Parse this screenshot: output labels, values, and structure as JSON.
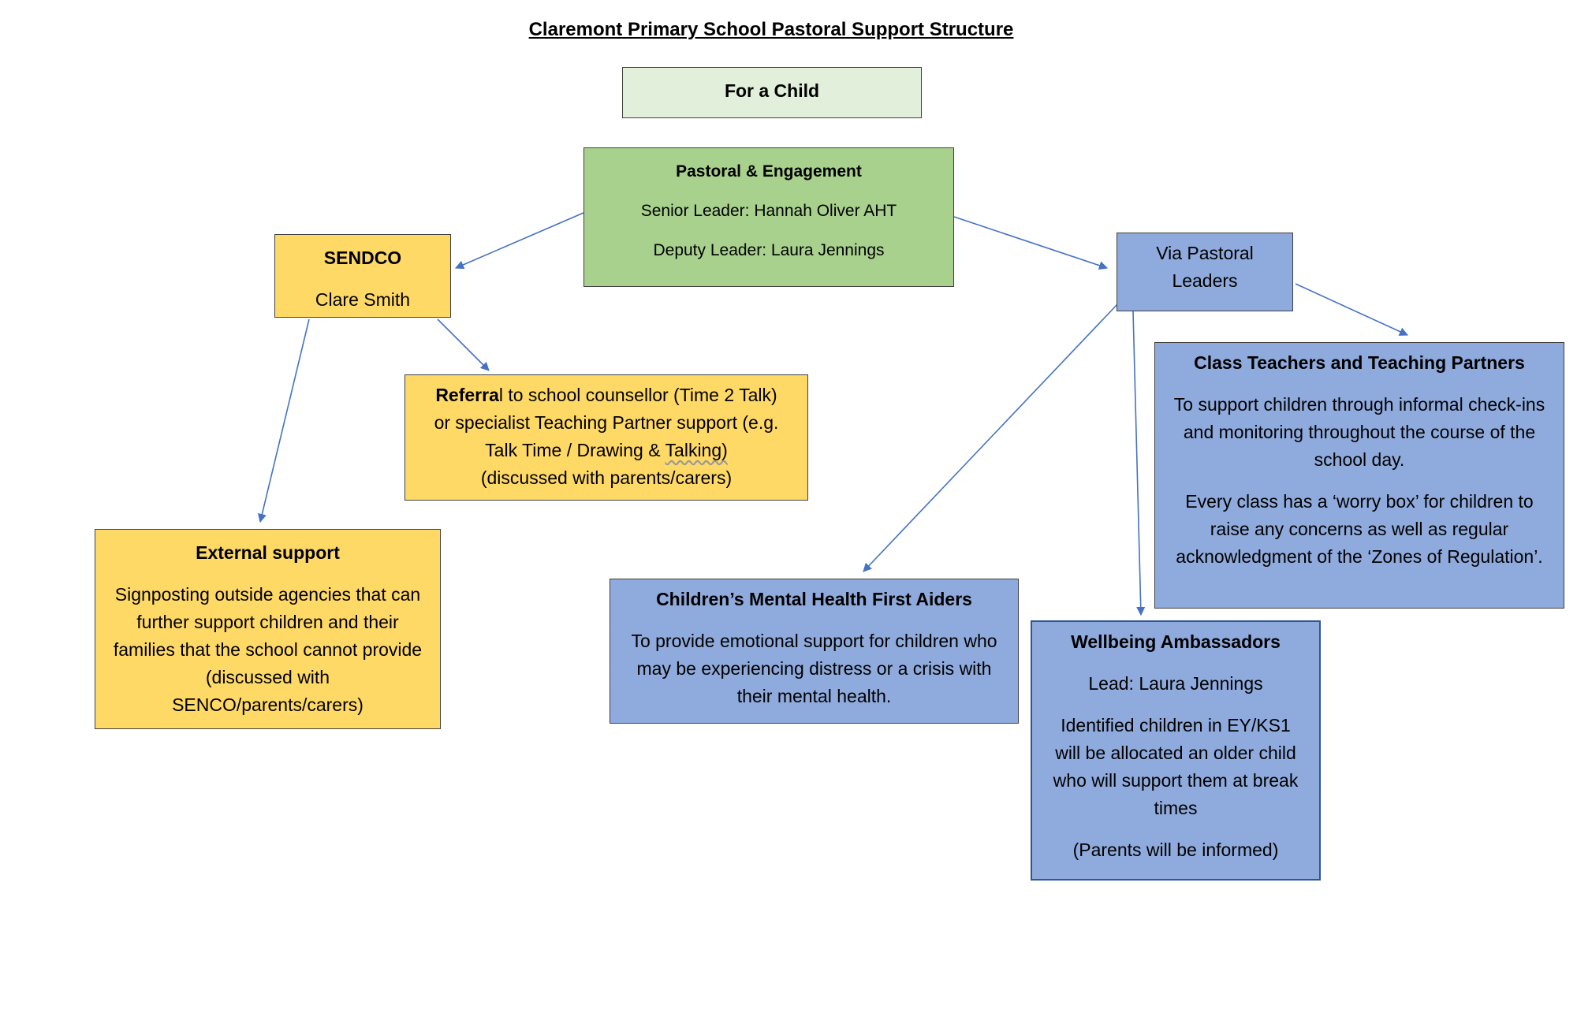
{
  "title": "Claremont Primary School Pastoral Support Structure",
  "colors": {
    "light_green": "#e2efda",
    "green": "#a9d18e",
    "yellow": "#ffd966",
    "blue": "#8faadc",
    "arrow": "#4472c4"
  },
  "nodes": {
    "for_child": {
      "title": "For a Child"
    },
    "pastoral": {
      "title": "Pastoral & Engagement",
      "senior": "Senior Leader: Hannah Oliver AHT",
      "deputy": "Deputy Leader: Laura Jennings"
    },
    "sendco": {
      "title": "SENDCO",
      "name": "Clare Smith"
    },
    "referral": {
      "bold": "Referra",
      "text_1": "l to school counsellor (Time 2 Talk)",
      "line_2": "or specialist Teaching Partner support (e.g.",
      "line_3_a": "Talk Time / Drawing & ",
      "line_3_b": "Talking)",
      "line_4": "(discussed with parents/carers)"
    },
    "external": {
      "title": "External support",
      "text": "Signposting outside agencies that can further support children and their families that the school cannot provide (discussed with SENCO/parents/carers)"
    },
    "via_pastoral": {
      "title": "Via Pastoral Leaders"
    },
    "class_teachers": {
      "title": "Class Teachers and Teaching Partners",
      "text_1": "To support children through informal check-ins and monitoring throughout the course of the school day.",
      "text_2": "Every class has a ‘worry box’ for children to raise any concerns as well as regular acknowledgment of the ‘Zones of Regulation’."
    },
    "mental_health": {
      "title": "Children’s Mental Health First Aiders",
      "text": "To provide emotional support for children who may be experiencing distress or a crisis with their mental health."
    },
    "wellbeing": {
      "title": "Wellbeing Ambassadors",
      "lead": "Lead: Laura Jennings",
      "text": "Identified children in EY/KS1 will be allocated an older child who will support them at break times",
      "note": "(Parents will be informed)"
    }
  }
}
